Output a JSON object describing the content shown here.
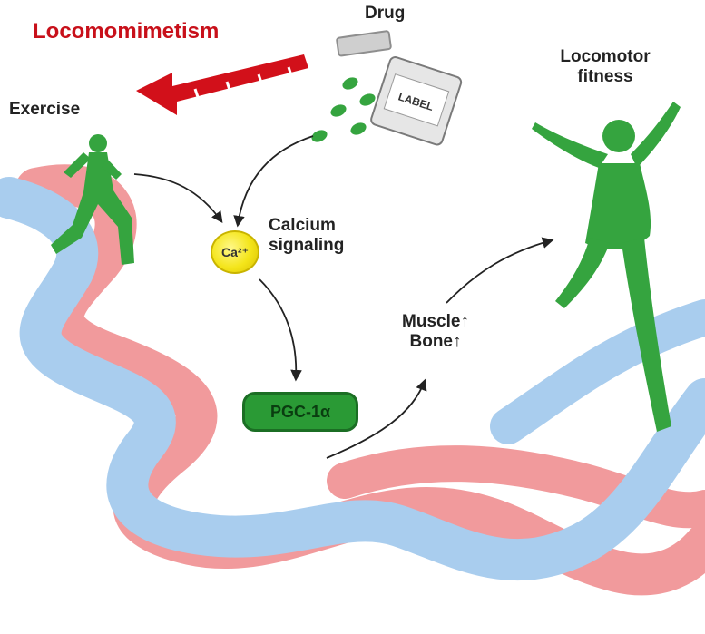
{
  "labels": {
    "locomomimetism": "Locomomimetism",
    "drug": "Drug",
    "exercise": "Exercise",
    "locomotor_fitness_line1": "Locomotor",
    "locomotor_fitness_line2": "fitness",
    "calcium_line1": "Calcium",
    "calcium_line2": "signaling",
    "ca_ion": "Ca²⁺",
    "pgc": "PGC-1α",
    "muscle": "Muscle↑",
    "bone": "Bone↑",
    "bottle_label": "LABEL"
  },
  "colors": {
    "dna_blue": "#a9cdee",
    "dna_red": "#f19a9c",
    "figure_green": "#35a43f",
    "arrow_red": "#d2101a",
    "calcium_yellow": "#f4e51a",
    "pgc_green": "#2a9a35"
  }
}
